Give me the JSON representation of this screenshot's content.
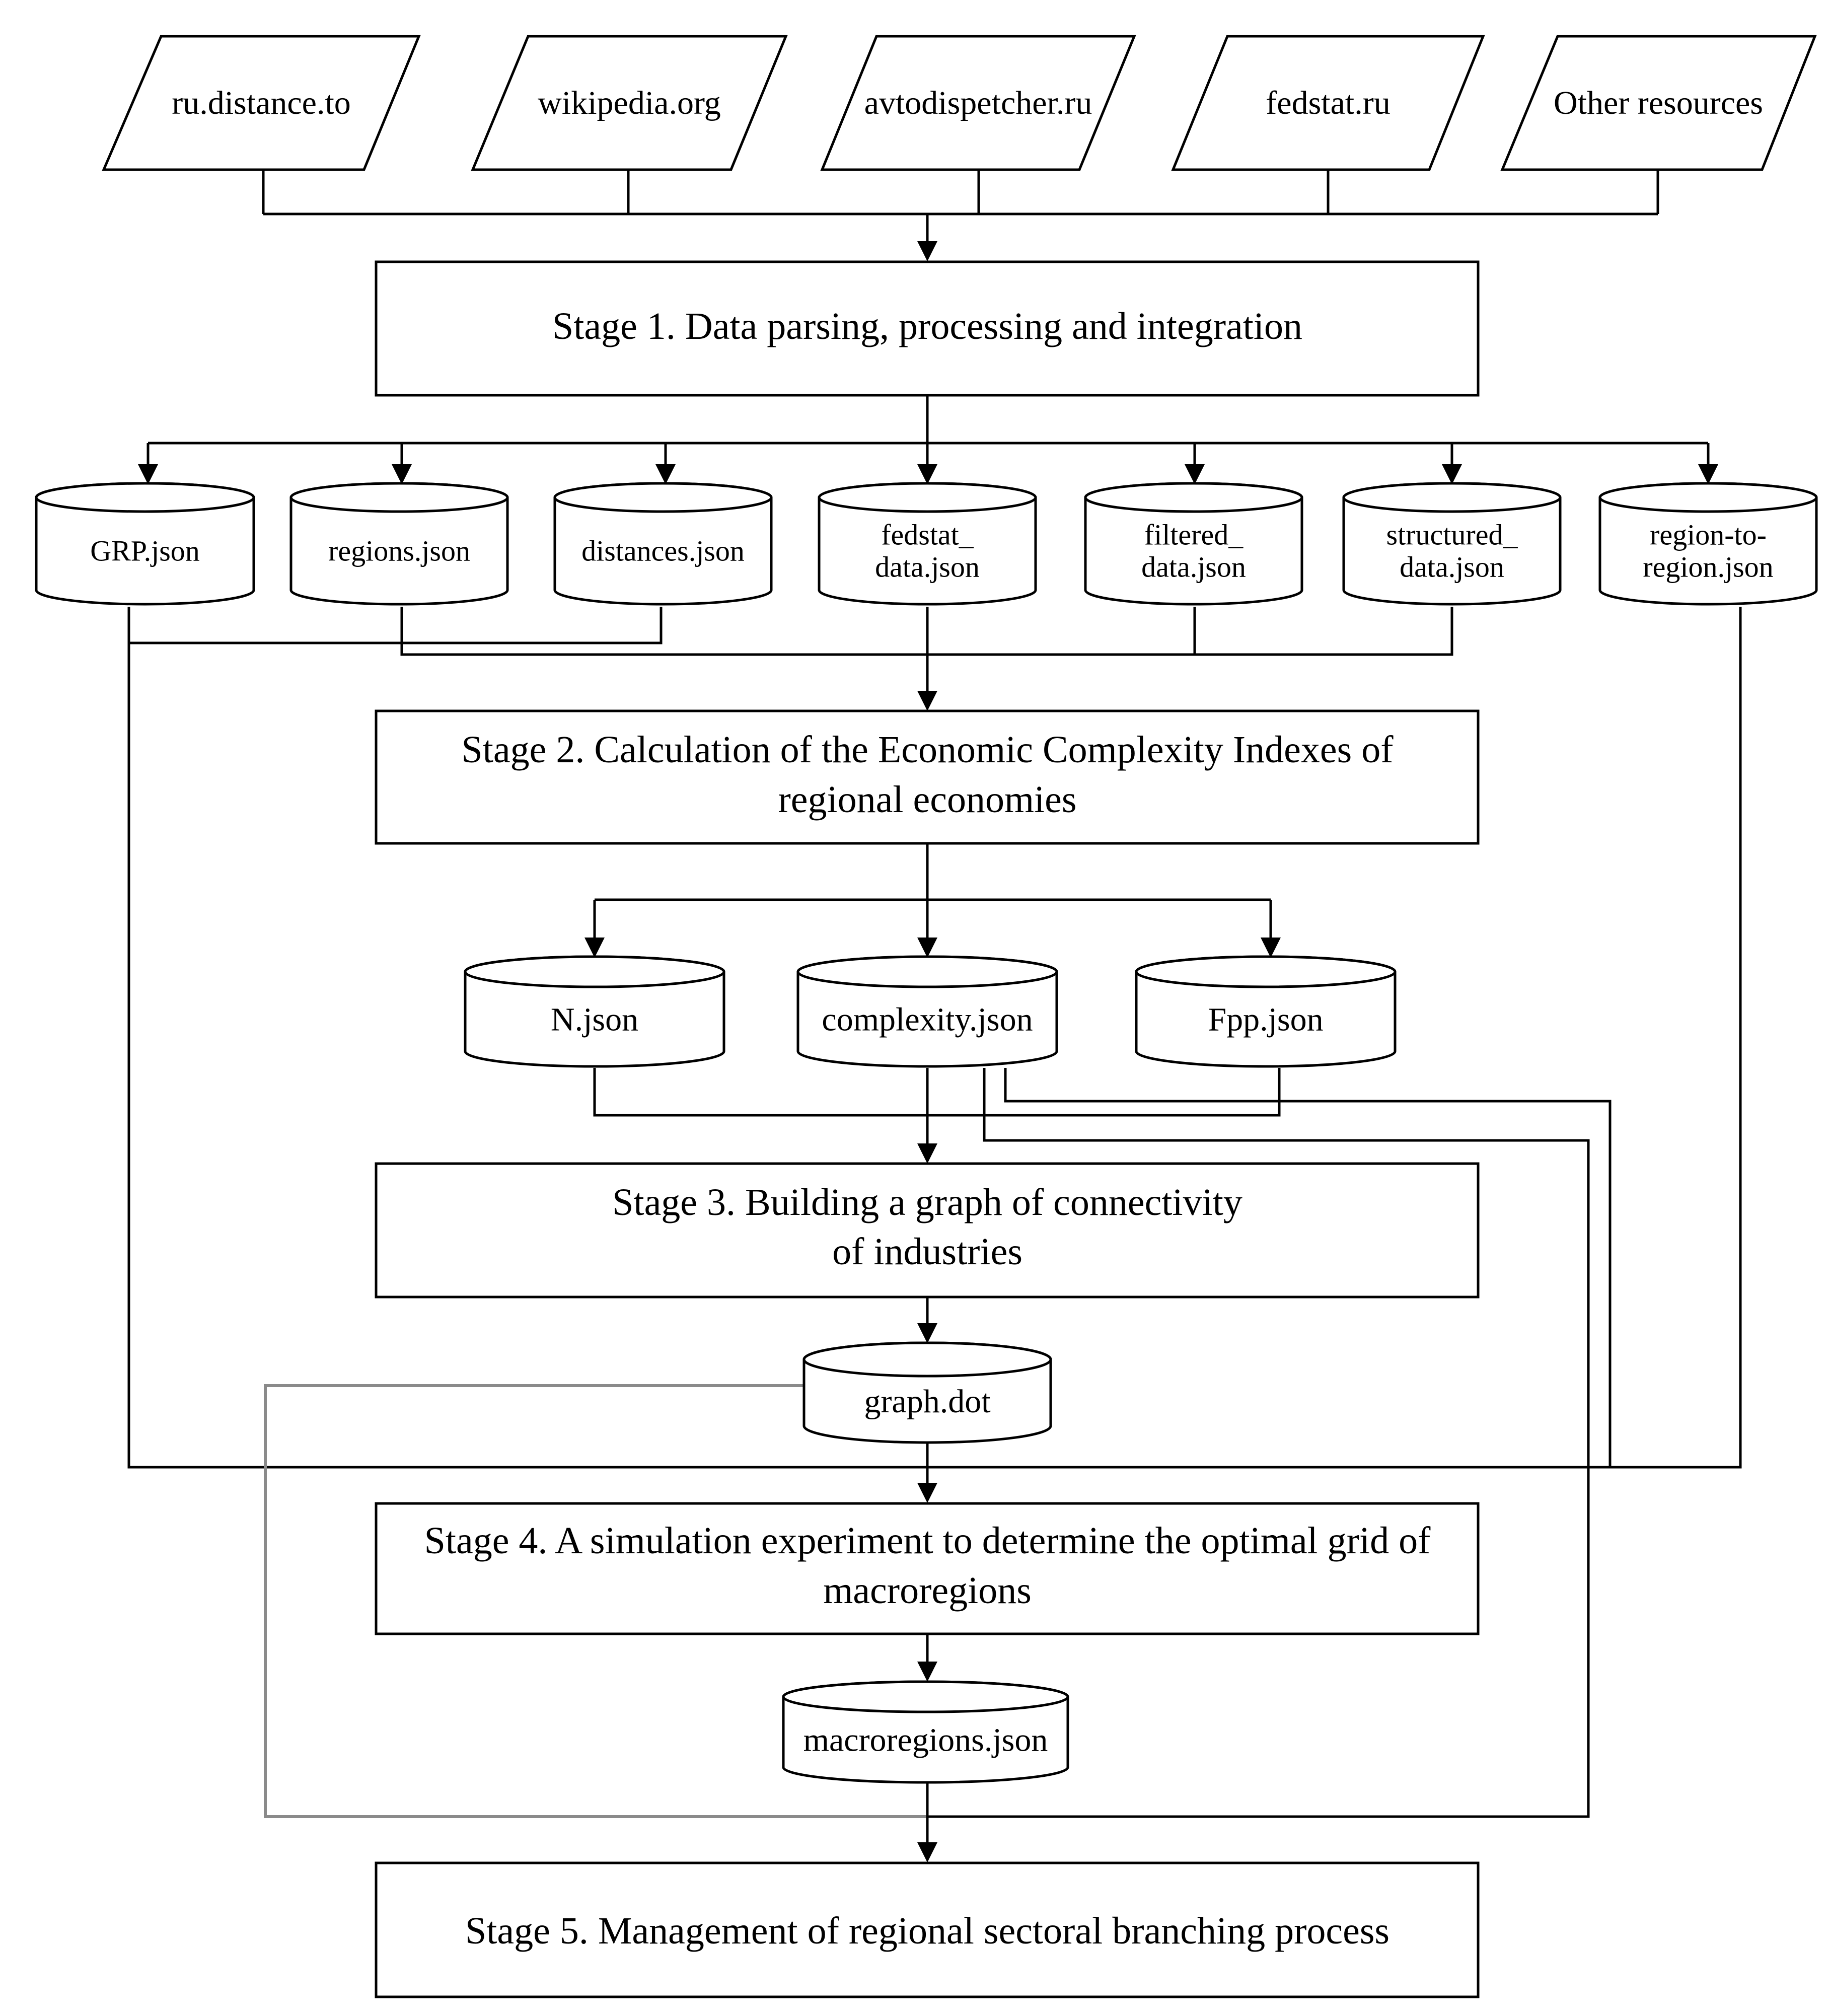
{
  "sources": [
    "ru.distance.to",
    "wikipedia.org",
    "avtodispetcher.ru",
    "fedstat.ru",
    "Other resources"
  ],
  "stage1": {
    "lines": [
      "Stage 1. Data parsing, processing and integration"
    ]
  },
  "stage1_outputs": [
    {
      "lines": [
        "GRP.json"
      ]
    },
    {
      "lines": [
        "regions.json"
      ]
    },
    {
      "lines": [
        "distances.json"
      ]
    },
    {
      "lines": [
        "fedstat_",
        "data.json"
      ]
    },
    {
      "lines": [
        "filtered_",
        "data.json"
      ]
    },
    {
      "lines": [
        "structured_",
        "data.json"
      ]
    },
    {
      "lines": [
        "region-to-",
        "region.json"
      ]
    }
  ],
  "stage2": {
    "lines": [
      "Stage 2. Calculation of the Economic Complexity Indexes of",
      "regional economies"
    ]
  },
  "stage2_outputs": [
    {
      "lines": [
        "N.json"
      ]
    },
    {
      "lines": [
        "complexity.json"
      ]
    },
    {
      "lines": [
        "Fpp.json"
      ]
    }
  ],
  "stage3": {
    "lines": [
      "Stage 3. Building a graph of connectivity",
      "of industries"
    ]
  },
  "stage3_output": {
    "lines": [
      "graph.dot"
    ]
  },
  "stage4": {
    "lines": [
      "Stage 4. A simulation experiment to determine the optimal grid of",
      "macroregions"
    ]
  },
  "stage4_output": {
    "lines": [
      "macroregions.json"
    ]
  },
  "stage5": {
    "lines": [
      "Stage 5. Management of regional sectoral branching process"
    ]
  }
}
